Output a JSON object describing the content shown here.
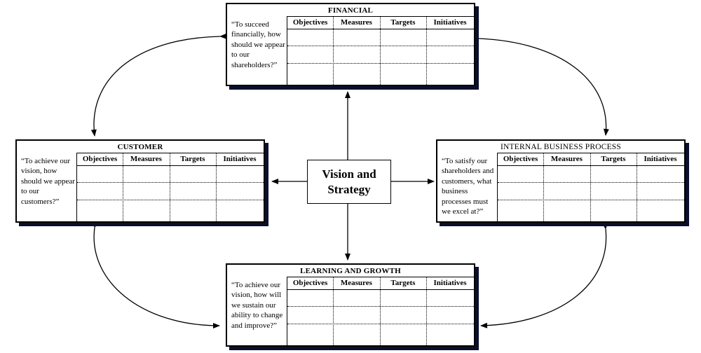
{
  "center": {
    "title": "Vision and Strategy"
  },
  "columns": [
    "Objectives",
    "Measures",
    "Targets",
    "Initiatives"
  ],
  "panels": {
    "financial": {
      "title": "FINANCIAL",
      "question": "“To succeed financially, how should we appear to our shareholders?”"
    },
    "customer": {
      "title": "CUSTOMER",
      "question": "“To achieve our vision, how should we appear to our customers?”"
    },
    "internal": {
      "title": "INTERNAL BUSINESS PROCESS",
      "question": "“To satisfy our shareholders and customers, what business processes must we excel at?”"
    },
    "learning": {
      "title": "LEARNING AND GROWTH",
      "question": "“To achieve our vision, how will we sustain our ability to change and improve?”"
    }
  }
}
